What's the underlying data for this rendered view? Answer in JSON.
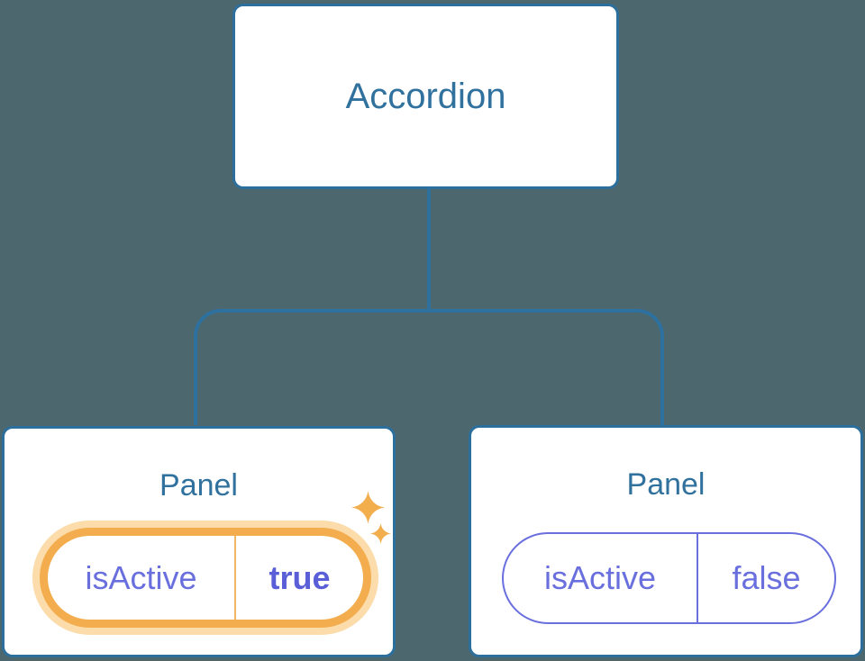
{
  "diagram": {
    "root": {
      "label": "Accordion"
    },
    "panels": [
      {
        "title": "Panel",
        "prop_label": "isActive",
        "prop_value": "true",
        "highlighted": true
      },
      {
        "title": "Panel",
        "prop_label": "isActive",
        "prop_value": "false",
        "highlighted": false
      }
    ]
  },
  "icons": {
    "highlight": "sparkle-icon"
  },
  "colors": {
    "background": "#4d676f",
    "node_border": "#2d6f9c",
    "node_background": "#ffffff",
    "node_title_text": "#31719e",
    "connector_line": "#2e719f",
    "state_text": "#6a6fde",
    "state_value_active_text": "#5a5fd8",
    "highlight_ring": "#f4ad4e",
    "highlight_glow": "#fbdcaa",
    "highlight_divider": "#f1b765",
    "sparkle": "#f2ad4d"
  }
}
